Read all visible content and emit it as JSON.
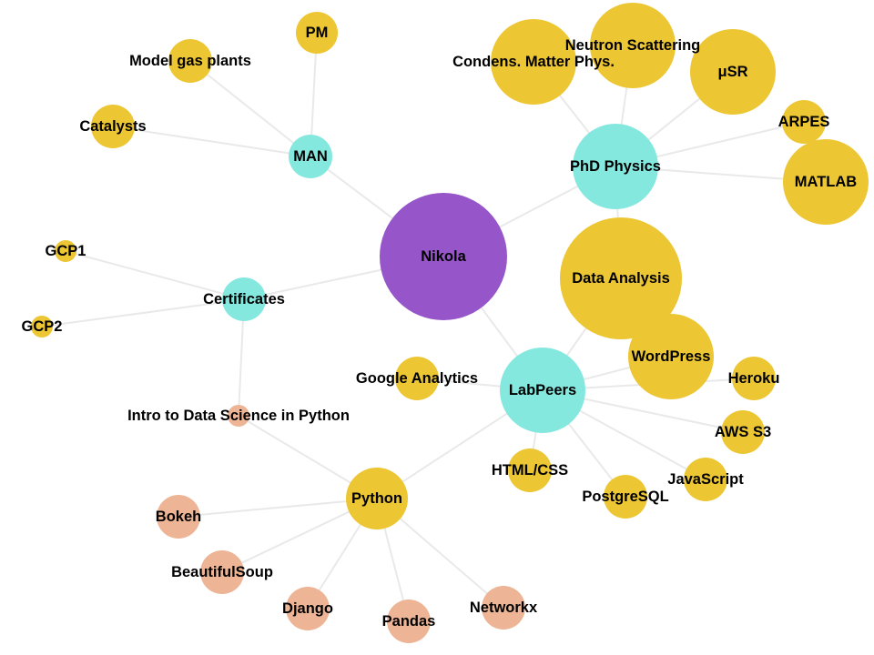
{
  "graph": {
    "colors": {
      "person": "#9655c8",
      "category": "#85e8df",
      "skill": "#ecc633",
      "python_library": "#edb595",
      "edge": "#e9e9e9",
      "label": "#000000"
    },
    "nodes": [
      {
        "id": "nikola",
        "label": "Nikola",
        "group": "person"
      },
      {
        "id": "man",
        "label": "MAN",
        "group": "category"
      },
      {
        "id": "phd",
        "label": "PhD Physics",
        "group": "category"
      },
      {
        "id": "certs",
        "label": "Certificates",
        "group": "category"
      },
      {
        "id": "labpeers",
        "label": "LabPeers",
        "group": "category"
      },
      {
        "id": "pm",
        "label": "PM",
        "group": "skill"
      },
      {
        "id": "gasplants",
        "label": "Model gas plants",
        "group": "skill"
      },
      {
        "id": "catalysts",
        "label": "Catalysts",
        "group": "skill"
      },
      {
        "id": "condmat",
        "label": "Condens. Matter Phys.",
        "group": "skill"
      },
      {
        "id": "neutron",
        "label": "Neutron Scattering",
        "group": "skill"
      },
      {
        "id": "musr",
        "label": "μSR",
        "group": "skill"
      },
      {
        "id": "arpes",
        "label": "ARPES",
        "group": "skill"
      },
      {
        "id": "matlab",
        "label": "MATLAB",
        "group": "skill"
      },
      {
        "id": "dataanalysis",
        "label": "Data Analysis",
        "group": "skill"
      },
      {
        "id": "gcp1",
        "label": "GCP1",
        "group": "skill"
      },
      {
        "id": "gcp2",
        "label": "GCP2",
        "group": "skill"
      },
      {
        "id": "introds",
        "label": "Intro to Data Science in Python",
        "group": "python_library"
      },
      {
        "id": "wordpress",
        "label": "WordPress",
        "group": "skill"
      },
      {
        "id": "heroku",
        "label": "Heroku",
        "group": "skill"
      },
      {
        "id": "googleanalytics",
        "label": "Google Analytics",
        "group": "skill"
      },
      {
        "id": "awss3",
        "label": "AWS S3",
        "group": "skill"
      },
      {
        "id": "javascript",
        "label": "JavaScript",
        "group": "skill"
      },
      {
        "id": "htmlcss",
        "label": "HTML/CSS",
        "group": "skill"
      },
      {
        "id": "postgresql",
        "label": "PostgreSQL",
        "group": "skill"
      },
      {
        "id": "python",
        "label": "Python",
        "group": "skill"
      },
      {
        "id": "bokeh",
        "label": "Bokeh",
        "group": "python_library"
      },
      {
        "id": "beautifulsoup",
        "label": "BeautifulSoup",
        "group": "python_library"
      },
      {
        "id": "django",
        "label": "Django",
        "group": "python_library"
      },
      {
        "id": "pandas",
        "label": "Pandas",
        "group": "python_library"
      },
      {
        "id": "networkx",
        "label": "Networkx",
        "group": "python_library"
      }
    ],
    "edges": [
      [
        "nikola",
        "man"
      ],
      [
        "nikola",
        "phd"
      ],
      [
        "nikola",
        "certs"
      ],
      [
        "nikola",
        "labpeers"
      ],
      [
        "man",
        "pm"
      ],
      [
        "man",
        "gasplants"
      ],
      [
        "man",
        "catalysts"
      ],
      [
        "phd",
        "condmat"
      ],
      [
        "phd",
        "neutron"
      ],
      [
        "phd",
        "musr"
      ],
      [
        "phd",
        "arpes"
      ],
      [
        "phd",
        "matlab"
      ],
      [
        "phd",
        "dataanalysis"
      ],
      [
        "certs",
        "gcp1"
      ],
      [
        "certs",
        "gcp2"
      ],
      [
        "certs",
        "introds"
      ],
      [
        "introds",
        "python"
      ],
      [
        "labpeers",
        "dataanalysis"
      ],
      [
        "labpeers",
        "wordpress"
      ],
      [
        "labpeers",
        "heroku"
      ],
      [
        "labpeers",
        "googleanalytics"
      ],
      [
        "labpeers",
        "awss3"
      ],
      [
        "labpeers",
        "javascript"
      ],
      [
        "labpeers",
        "htmlcss"
      ],
      [
        "labpeers",
        "postgresql"
      ],
      [
        "labpeers",
        "python"
      ],
      [
        "python",
        "bokeh"
      ],
      [
        "python",
        "beautifulsoup"
      ],
      [
        "python",
        "django"
      ],
      [
        "python",
        "pandas"
      ],
      [
        "python",
        "networkx"
      ]
    ]
  }
}
